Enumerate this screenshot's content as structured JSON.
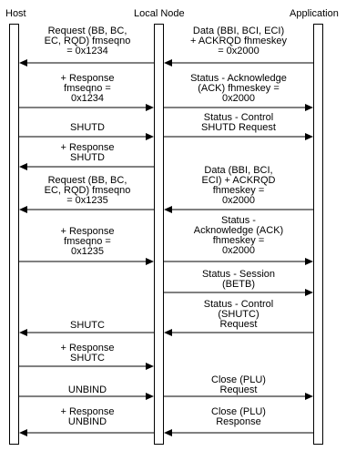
{
  "headers": {
    "host": "Host",
    "local_node": "Local Node",
    "application": "Application"
  },
  "messages": [
    {
      "text": "Request (BB, BC,\nEC, RQD) fmseqno\n= 0x1234"
    },
    {
      "text": "Data (BBI, BCI, ECI)\n+ ACKRQD fhmeskey\n= 0x2000"
    },
    {
      "text": "+ Response\nfmseqno =\n0x1234"
    },
    {
      "text": "Status - Acknowledge\n(ACK) fhmeskey =\n0x2000"
    },
    {
      "text": "SHUTD"
    },
    {
      "text": "Status - Control\nSHUTD Request"
    },
    {
      "text": "+ Response\nSHUTD"
    },
    {
      "text": "Request (BB, BC,\nEC, RQD) fmseqno\n= 0x1235"
    },
    {
      "text": "Data (BBI, BCI,\nECI) + ACKRQD\nfhmeskey =\n0x2000"
    },
    {
      "text": "+ Response\nfmseqno =\n0x1235"
    },
    {
      "text": "Status -\nAcknowledge (ACK)\nfhmeskey =\n0x2000"
    },
    {
      "text": "Status - Session\n(BETB)"
    },
    {
      "text": "Status - Control\n(SHUTC)\nRequest"
    },
    {
      "text": "SHUTC"
    },
    {
      "text": "+ Response\nSHUTC"
    },
    {
      "text": "UNBIND"
    },
    {
      "text": "Close (PLU)\nRequest"
    },
    {
      "text": "+ Response\nUNBIND"
    },
    {
      "text": "Close (PLU)\nResponse"
    }
  ]
}
